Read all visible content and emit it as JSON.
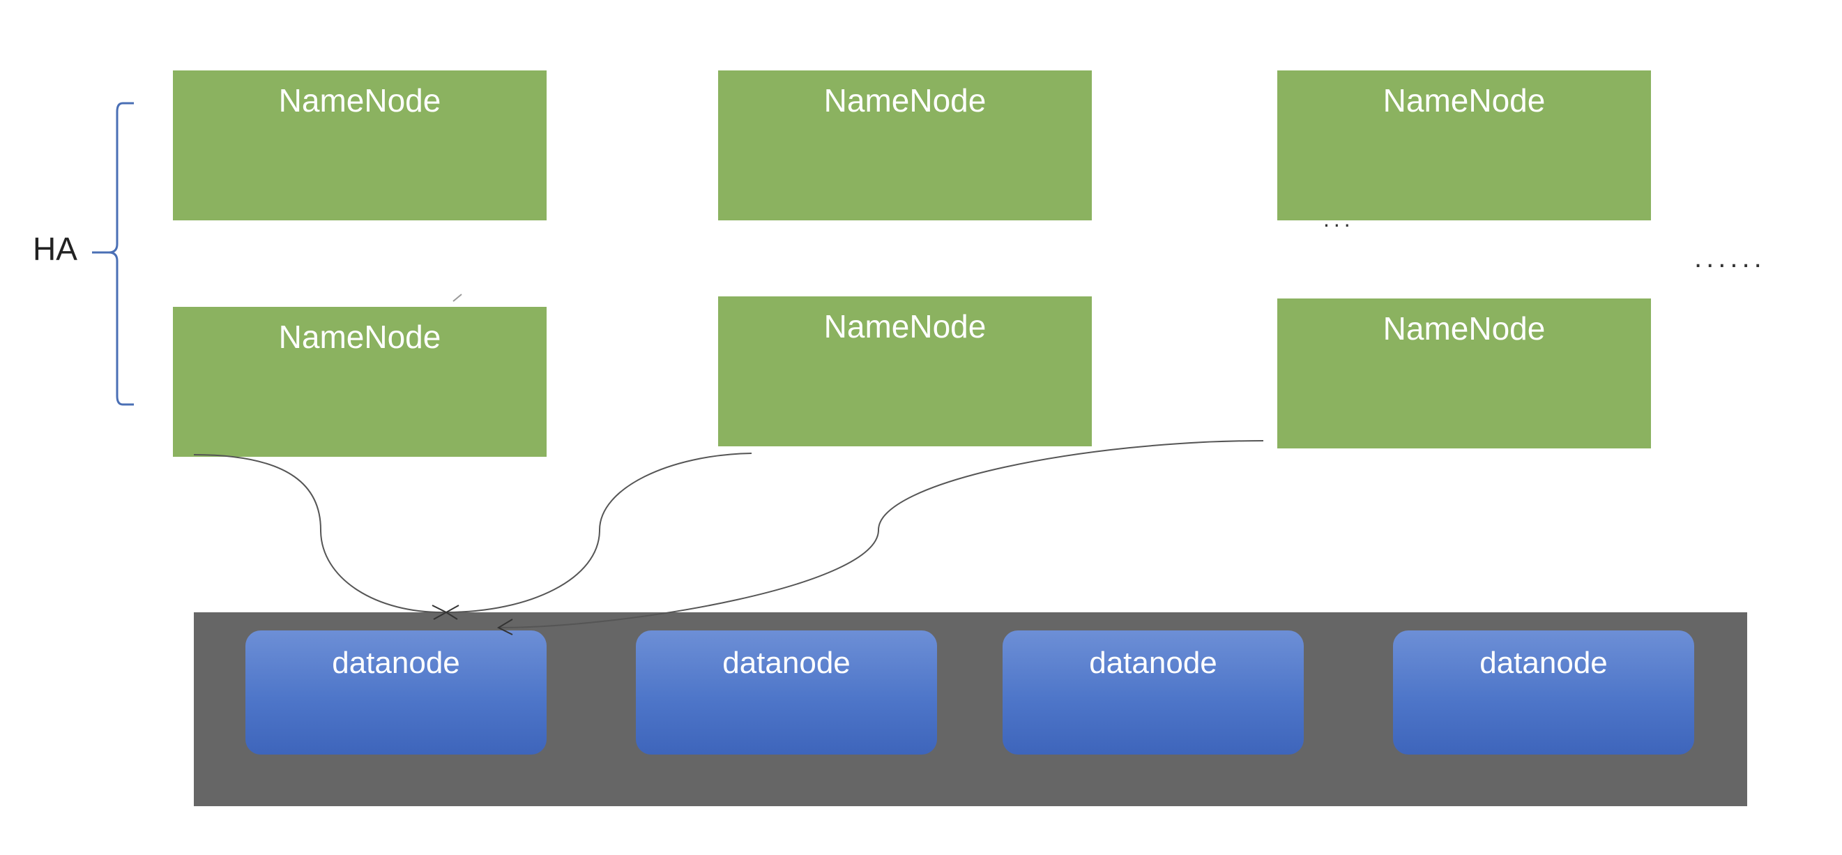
{
  "ha_label": "HA",
  "namenodes": [
    {
      "label": "NameNode"
    },
    {
      "label": "NameNode"
    },
    {
      "label": "NameNode"
    },
    {
      "label": "NameNode"
    },
    {
      "label": "NameNode"
    },
    {
      "label": "NameNode"
    }
  ],
  "ellipsis_small": "...",
  "ellipsis_large": "......",
  "datanodes": [
    {
      "label": "datanode"
    },
    {
      "label": "datanode"
    },
    {
      "label": "datanode"
    },
    {
      "label": "datanode"
    }
  ],
  "colors": {
    "namenode": "#8bb260",
    "datanode": "#4e76c9",
    "cluster_background": "#666666",
    "brace": "#4a6fb5",
    "connector": "#555555"
  }
}
